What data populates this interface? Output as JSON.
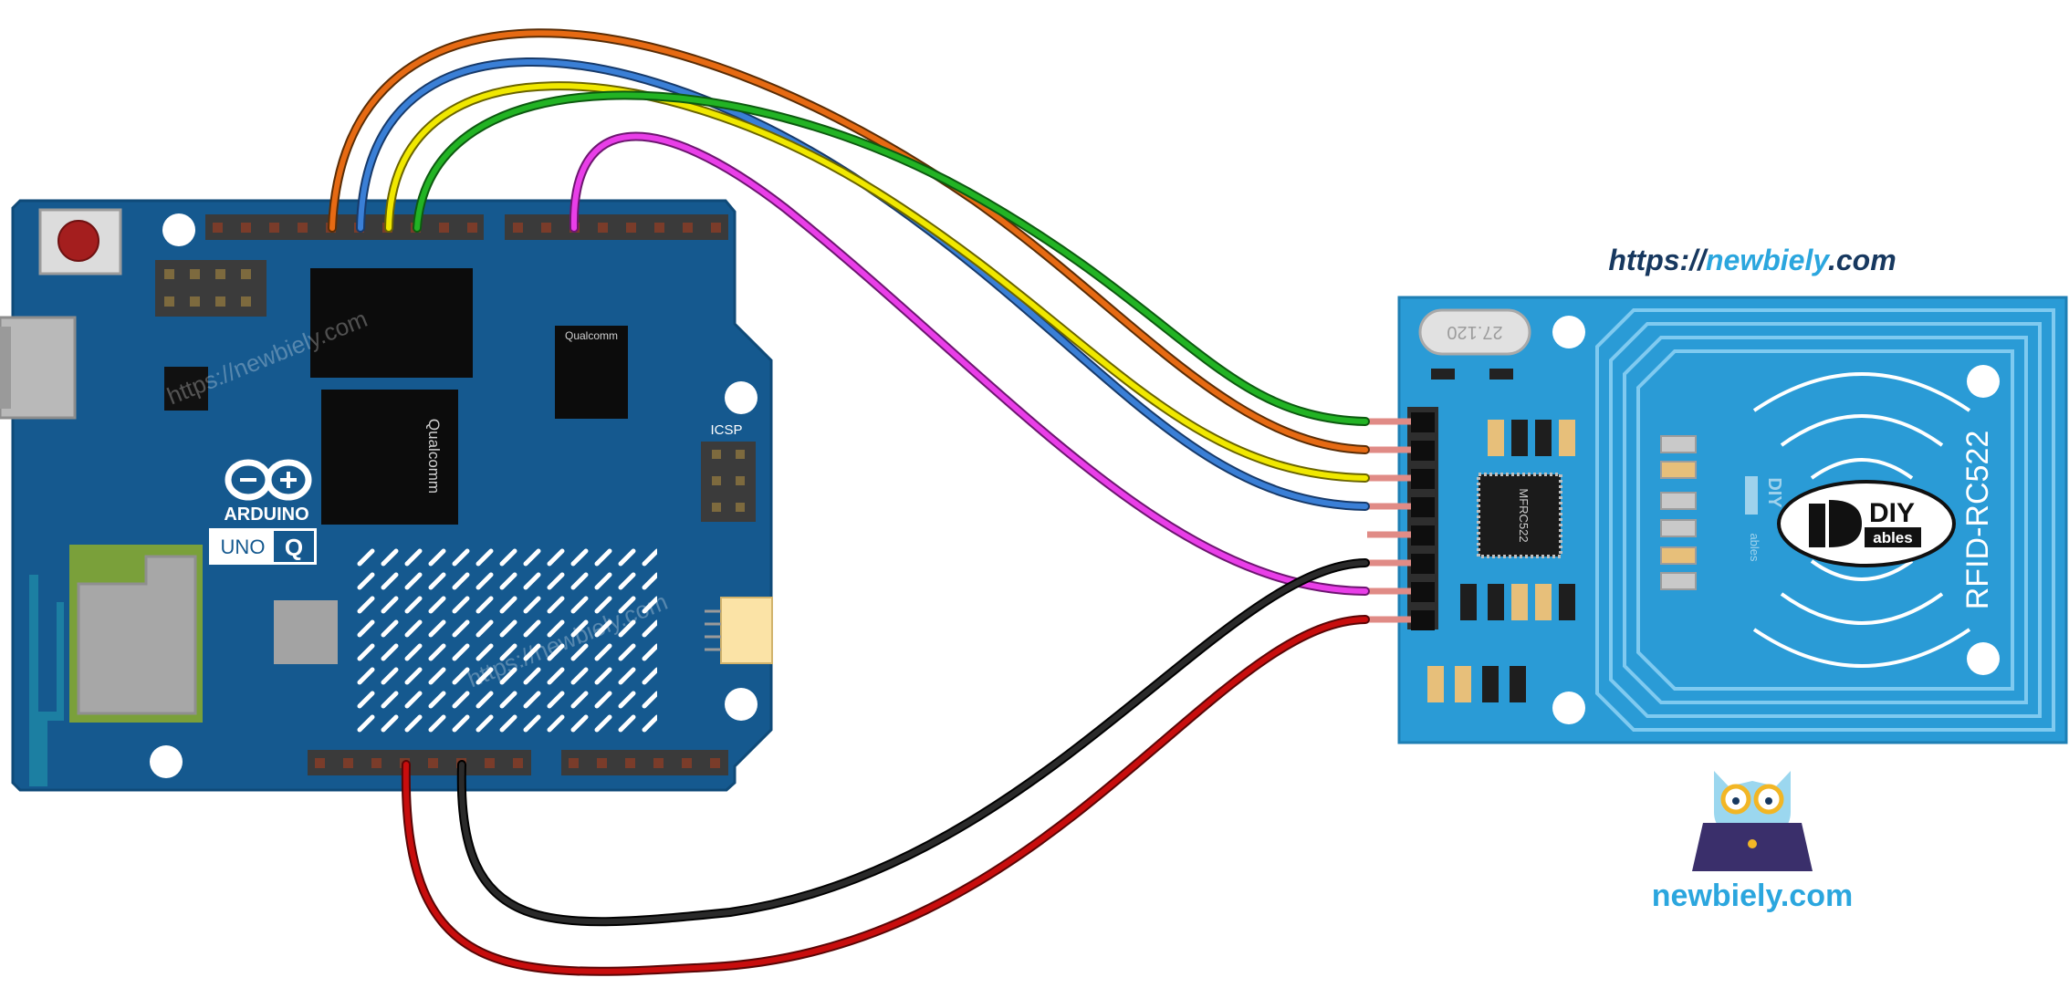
{
  "header": {
    "url_prefix": "https://",
    "url_brand": "newbiely",
    "url_suffix": ".com"
  },
  "arduino": {
    "brand": "ARDUINO",
    "model_left": "UNO",
    "model_right": "Q",
    "icsp_label": "ICSP",
    "chip_brand_1": "Qualcomm",
    "chip_brand_2": "Qualcomm",
    "watermark_1": "https://newbiely.com",
    "watermark_2": "https://newbiely.com"
  },
  "rfid": {
    "crystal_label": "27.120",
    "chip_label": "MFRC522",
    "module_label": "RFID-RC522",
    "logo_main": "DIY",
    "logo_sub": "ables",
    "logo_small_main": "DIY",
    "logo_small_sub": "ables"
  },
  "footer": {
    "brand_text": "newbiely.com"
  },
  "colors": {
    "board_blue": "#15598f",
    "module_blue": "#2a9bd6",
    "wire_orange": "#e66a13",
    "wire_blue": "#3a7fd6",
    "wire_yellow": "#f0e800",
    "wire_green": "#22b324",
    "wire_magenta": "#e93ee8",
    "wire_black": "#1a1a1a",
    "wire_red": "#c80d0d",
    "brand_cyan": "#2ba6de",
    "brand_navy": "#17385f"
  }
}
